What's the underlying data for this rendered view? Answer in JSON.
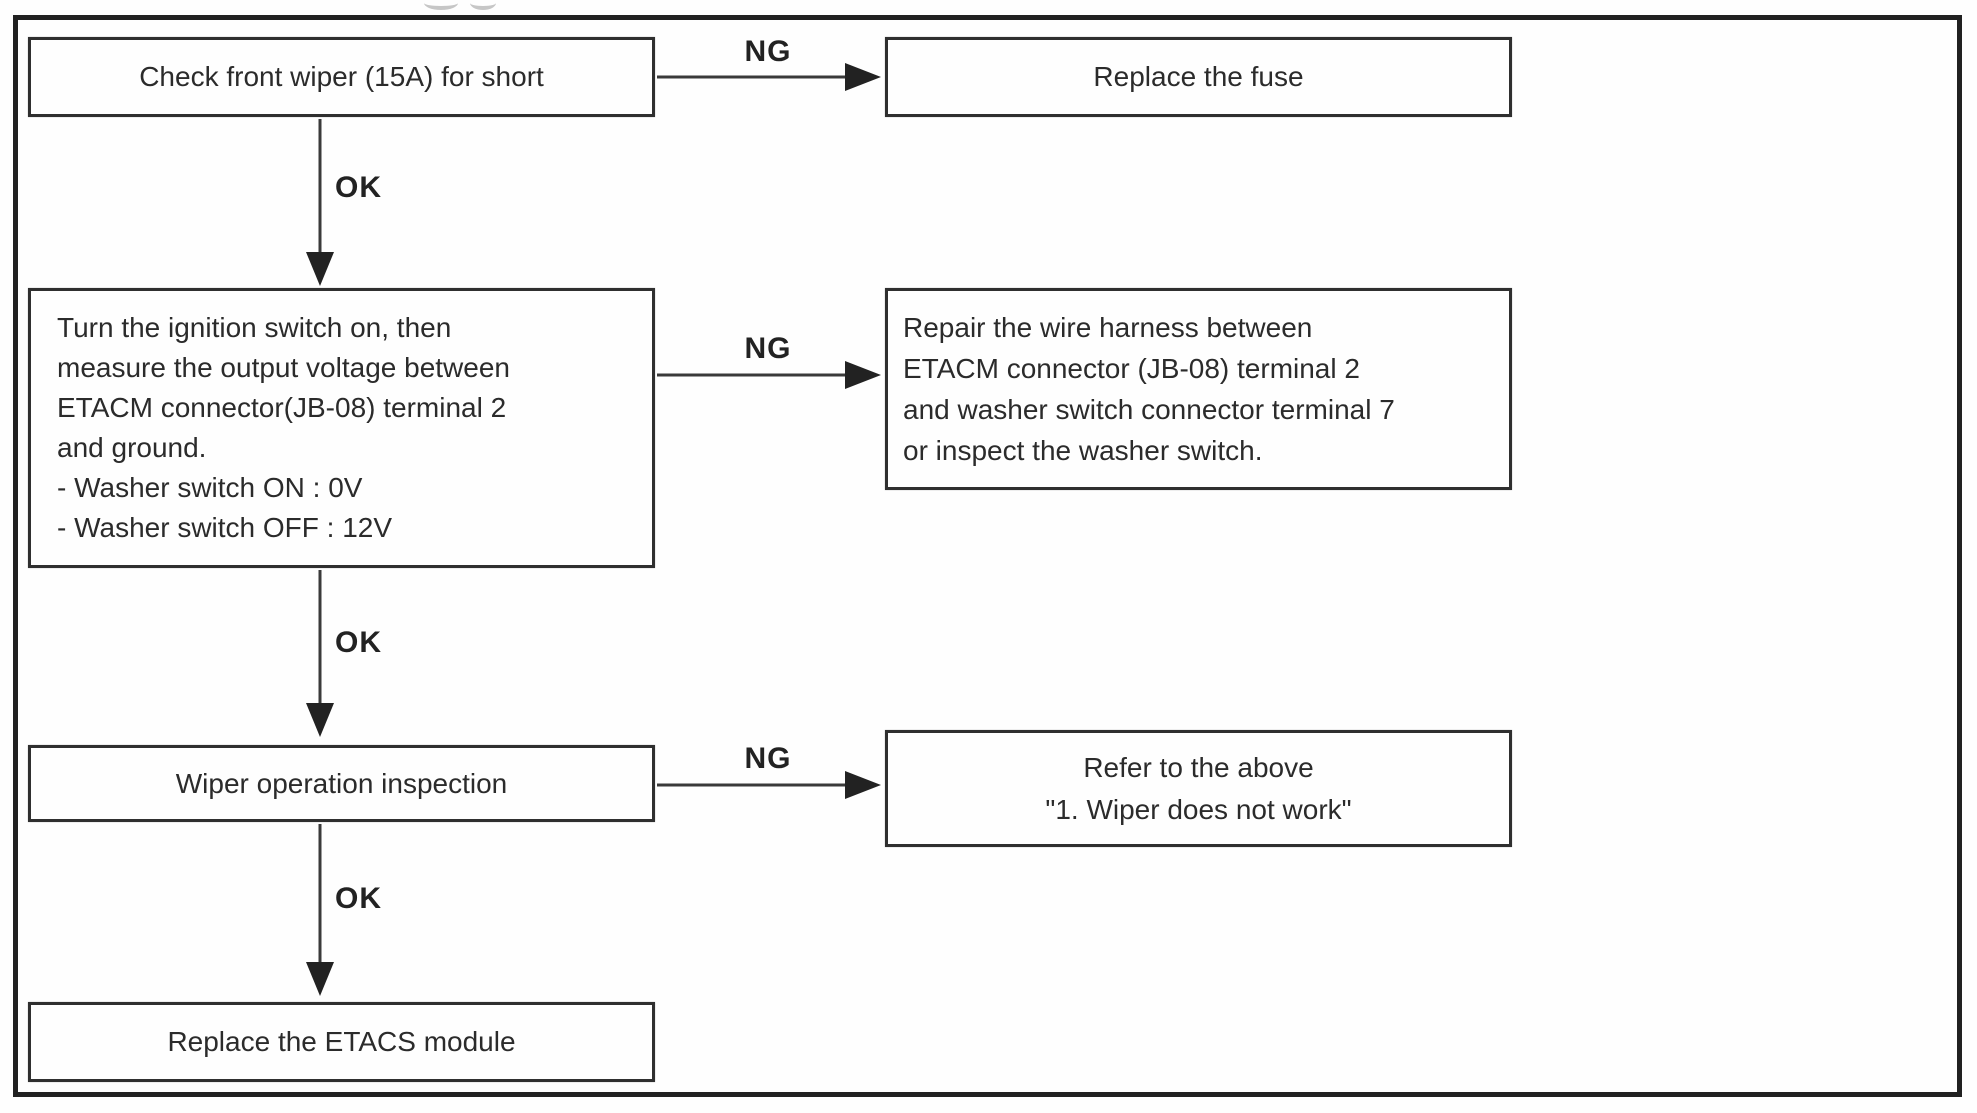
{
  "diagram": {
    "type": "flowchart",
    "labels": {
      "ok": "OK",
      "ng": "NG"
    },
    "nodes": {
      "check_fuse": {
        "text": "Check front wiper (15A) for short"
      },
      "replace_fuse": {
        "text": "Replace the fuse"
      },
      "measure_voltage": {
        "text": "Turn the ignition switch on, then\nmeasure the output voltage between\nETACM connector(JB-08) terminal 2\nand ground.\n- Washer switch ON : 0V\n- Washer switch OFF : 12V"
      },
      "repair_harness": {
        "text": "Repair the wire harness between\nETACM connector (JB-08) terminal 2\nand washer switch connector terminal 7\nor inspect the washer switch."
      },
      "wiper_inspection": {
        "text": "Wiper operation inspection"
      },
      "refer_above": {
        "text": "Refer to the above\n\"1. Wiper does not work\""
      },
      "replace_etacs": {
        "text": "Replace the ETACS module"
      }
    },
    "edges": [
      {
        "from": "check_fuse",
        "to": "replace_fuse",
        "label": "NG"
      },
      {
        "from": "check_fuse",
        "to": "measure_voltage",
        "label": "OK"
      },
      {
        "from": "measure_voltage",
        "to": "repair_harness",
        "label": "NG"
      },
      {
        "from": "measure_voltage",
        "to": "wiper_inspection",
        "label": "OK"
      },
      {
        "from": "wiper_inspection",
        "to": "refer_above",
        "label": "NG"
      },
      {
        "from": "wiper_inspection",
        "to": "replace_etacs",
        "label": "OK"
      }
    ],
    "colors": {
      "ink": "#2b2b2b",
      "box_border": "#2f2f2f",
      "frame_border": "#212121",
      "connector": "#3a3a3a",
      "background": "#fefefe"
    }
  }
}
